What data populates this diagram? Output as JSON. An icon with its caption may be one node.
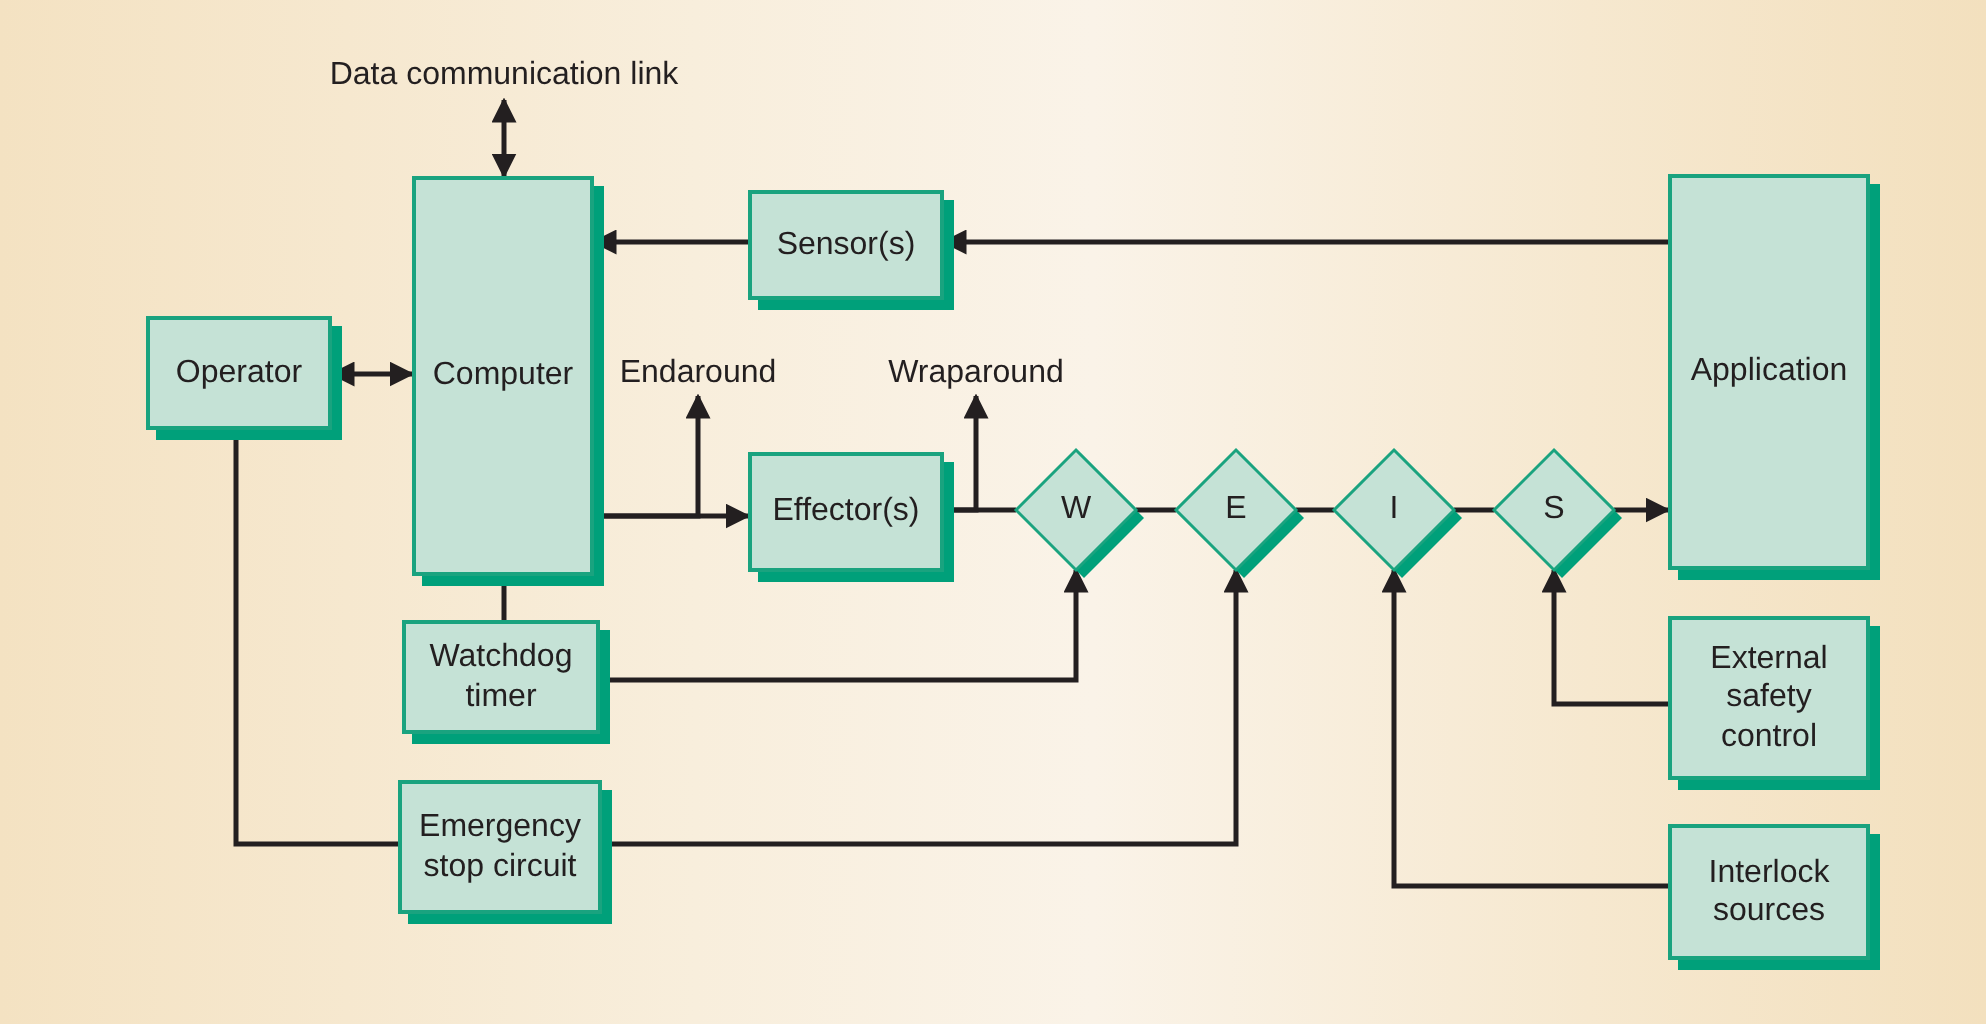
{
  "diagram": {
    "nodes": [
      {
        "text": [
          "Data communication link"
        ]
      },
      {
        "text": [
          "Computer"
        ]
      },
      {
        "text": [
          "Sensor(s)"
        ]
      },
      {
        "text": [
          "Operator"
        ]
      },
      {
        "text": [
          "Application"
        ]
      },
      {
        "text": [
          "Endaround"
        ]
      },
      {
        "text": [
          "Effector(s)"
        ]
      },
      {
        "text": [
          "Wraparound"
        ]
      },
      {
        "text": [
          "W"
        ]
      },
      {
        "text": [
          "E"
        ]
      },
      {
        "text": [
          "I"
        ]
      },
      {
        "text": [
          "S"
        ]
      },
      {
        "text": [
          "Watchdog timer"
        ]
      },
      {
        "text": [
          "External safety control"
        ]
      },
      {
        "text": [
          "Emergency stop circuit"
        ]
      },
      {
        "text": [
          "Interlock sources"
        ]
      }
    ],
    "edges": [
      {
        "from": 1,
        "to": 0,
        "arrow": "both"
      },
      {
        "from": 2,
        "to": 1,
        "arrow": "to"
      },
      {
        "from": 4,
        "to": 2,
        "arrow": "to"
      },
      {
        "from": 3,
        "to": 1,
        "arrow": "both"
      },
      {
        "from": 1,
        "to": 6,
        "arrow": "to"
      },
      {
        "from": 1,
        "to": 5,
        "arrow": "to"
      },
      {
        "from": 6,
        "to": 8,
        "arrow": "none"
      },
      {
        "from": 6,
        "to": 7,
        "arrow": "to"
      },
      {
        "from": 8,
        "to": 9,
        "arrow": "none"
      },
      {
        "from": 9,
        "to": 10,
        "arrow": "none"
      },
      {
        "from": 10,
        "to": 11,
        "arrow": "none"
      },
      {
        "from": 11,
        "to": 4,
        "arrow": "to"
      },
      {
        "from": 1,
        "to": 12,
        "arrow": "none"
      },
      {
        "from": 12,
        "to": 8,
        "arrow": "to"
      },
      {
        "from": 14,
        "to": 9,
        "arrow": "to"
      },
      {
        "from": 3,
        "to": 14,
        "arrow": "none"
      },
      {
        "from": 15,
        "to": 10,
        "arrow": "to"
      },
      {
        "from": 13,
        "to": 11,
        "arrow": "to"
      }
    ]
  }
}
